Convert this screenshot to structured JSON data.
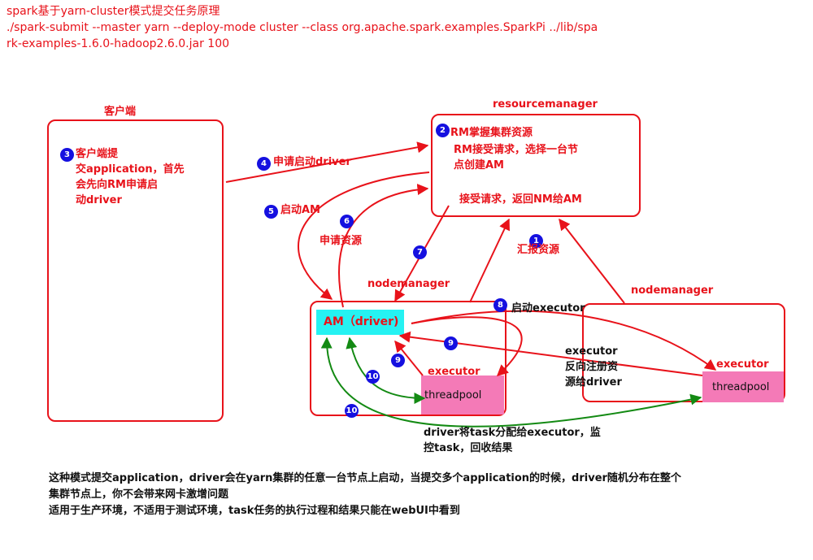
{
  "header": {
    "title": "spark基于yarn-cluster模式提交任务原理",
    "command_line1": "./spark-submit --master yarn --deploy-mode cluster --class org.apache.spark.examples.SparkPi ../lib/spa",
    "command_line2": "rk-examples-1.6.0-hadoop2.6.0.jar  100"
  },
  "client": {
    "title": "客户端",
    "step": "3",
    "text1": "客户端提",
    "text2": "交application，首先",
    "text3": "会先向RM申请启",
    "text4": "动driver"
  },
  "resourcemanager": {
    "title": "resourcemanager",
    "step": "2",
    "text1": "RM掌握集群资源",
    "text2": "RM接受请求，选择一台节",
    "text3": "点创建AM",
    "text4": "接受请求，返回NM给AM"
  },
  "nodemanager_left": {
    "title": "nodemanager",
    "am_label": "AM（driver)",
    "executor_label": "executor",
    "threadpool_label": "threadpool"
  },
  "nodemanager_right": {
    "title": "nodemanager",
    "executor_label": "executor",
    "threadpool_label": "threadpool"
  },
  "steps": {
    "s1": "1",
    "s1_label": "汇报资源",
    "s4": "4",
    "s4_label": "申请启动driver",
    "s5": "5",
    "s5_label": "启动AM",
    "s6": "6",
    "s6_label": "申请资源",
    "s7": "7",
    "s8": "8",
    "s8_label": "启动executor",
    "s9a": "9",
    "s9b": "9",
    "s9_label1": "executor",
    "s9_label2": "反向注册资",
    "s9_label3": "源给driver",
    "s10a": "10",
    "s10b": "10",
    "s10_label1": "driver将task分配给executor，监",
    "s10_label2": "控task，回收结果"
  },
  "footer": {
    "line1": "这种模式提交application，driver会在yarn集群的任意一台节点上启动，当提交多个application的时候，driver随机分布在整个",
    "line2": "集群节点上，你不会带来网卡激增问题",
    "line3": "适用于生产环境，不适用于测试环境，task任务的执行过程和结果只能在webUI中看到"
  },
  "colors": {
    "red": "#e8121a",
    "blue": "#1510e0",
    "green": "#138a13",
    "cyan": "#25f2f2",
    "pink": "#f47ab7"
  }
}
